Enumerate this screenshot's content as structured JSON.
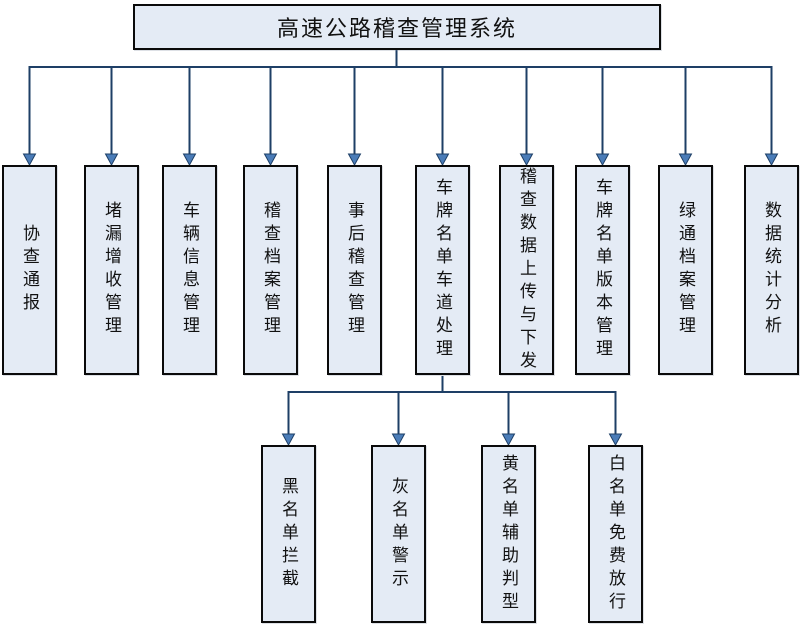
{
  "diagram": {
    "title": "高速公路稽查管理系统",
    "level1": [
      {
        "label": "协查通报"
      },
      {
        "label": "堵漏增收管理"
      },
      {
        "label": "车辆信息管理"
      },
      {
        "label": "稽查档案管理"
      },
      {
        "label": "事后稽查管理"
      },
      {
        "label": "车牌名单车道处理"
      },
      {
        "label": "稽查数据上传与下发"
      },
      {
        "label": "车牌名单版本管理"
      },
      {
        "label": "绿通档案管理"
      },
      {
        "label": "数据统计分析"
      }
    ],
    "level2_parent": "车牌名单车道处理",
    "level2": [
      {
        "label": "黑名单拦截"
      },
      {
        "label": "灰名单警示"
      },
      {
        "label": "黄名单辅助判型"
      },
      {
        "label": "白名单免费放行"
      }
    ],
    "colors": {
      "box_fill": "#e4ebf5",
      "box_border": "#0a0a0a",
      "connector_line": "#1e3f66",
      "arrowhead_fill": "#4a7cb8",
      "background": "#ffffff"
    }
  }
}
